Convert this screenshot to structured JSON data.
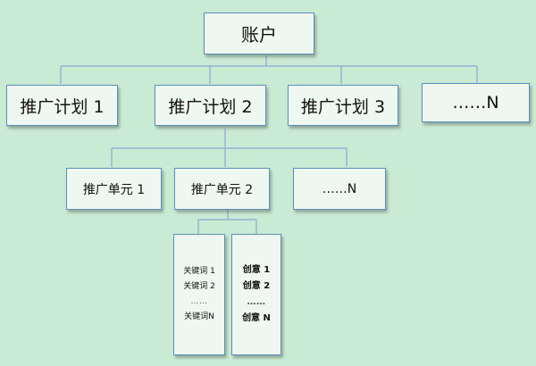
{
  "root": {
    "label": "账户"
  },
  "plans": [
    {
      "label": "推广计划 1"
    },
    {
      "label": "推广计划 2"
    },
    {
      "label": "推广计划 3"
    },
    {
      "label": "……N"
    }
  ],
  "units": [
    {
      "label": "推广单元 1"
    },
    {
      "label": "推广单元 2"
    },
    {
      "label": "……N"
    }
  ],
  "keywords": [
    "关键词 1",
    "关键词 2",
    "……",
    "关键词N"
  ],
  "creatives": [
    "创意 1",
    "创意 2",
    "……",
    "创意 N"
  ],
  "colors": {
    "background": "#c9ead3",
    "box_fill": "#eef7f0",
    "box_border": "#5b8fbf",
    "connector": "#8fb3d6"
  }
}
